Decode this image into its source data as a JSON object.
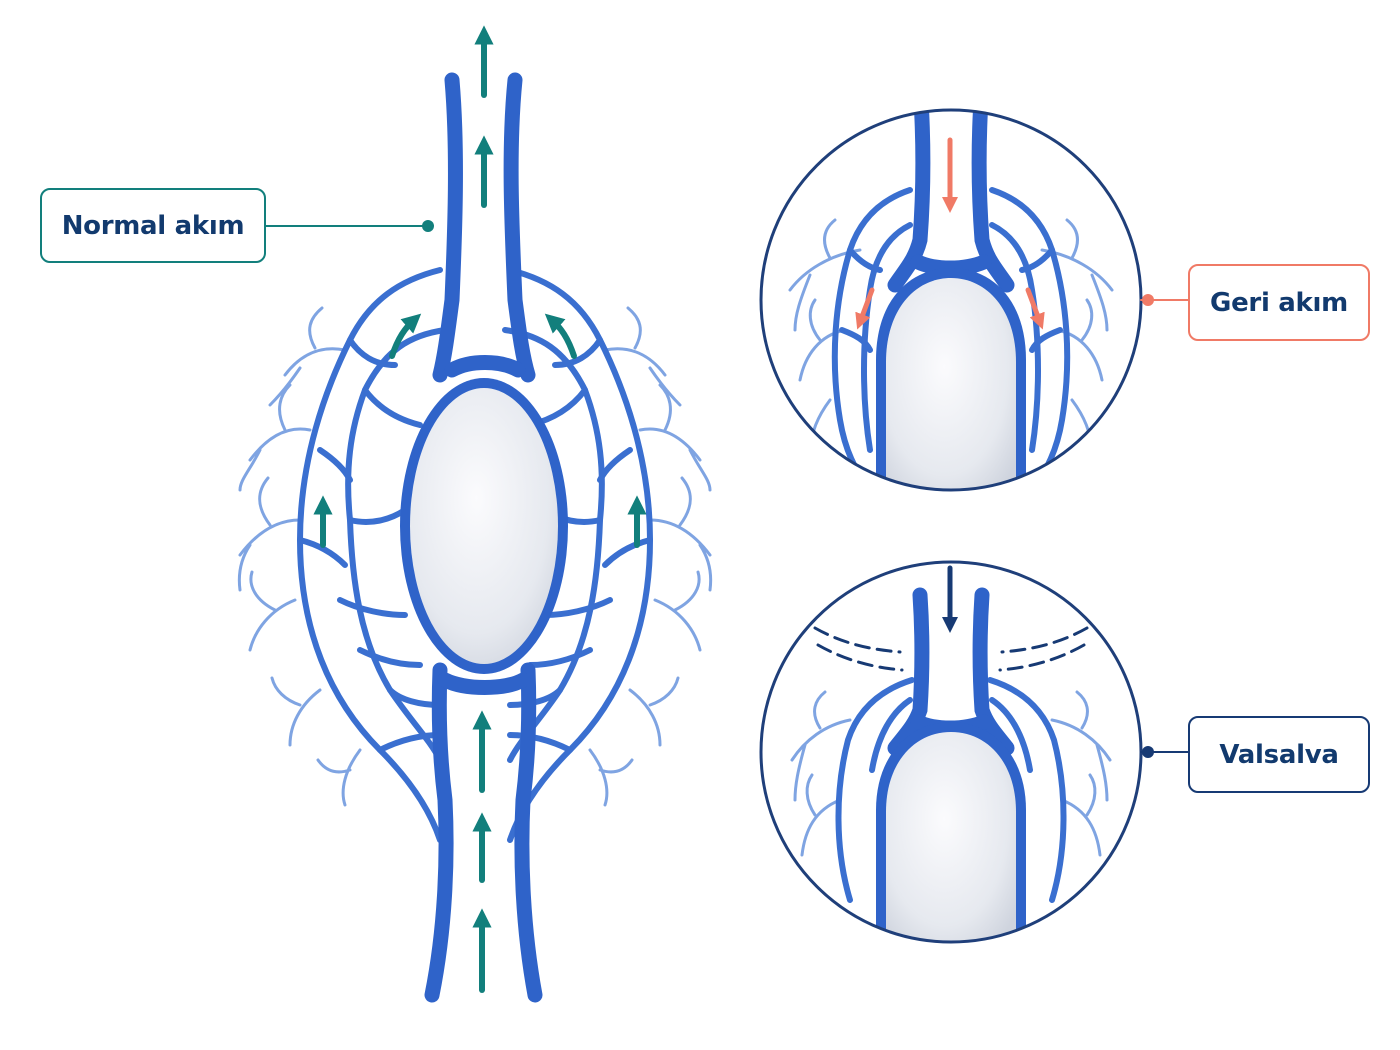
{
  "colors": {
    "vein": "#2f63c9",
    "vein_light": "#7fa4e2",
    "normal": "#127f7c",
    "reflux": "#f07a66",
    "valsalva": "#173a74",
    "testis": "#eceef2"
  },
  "labels": {
    "normal": "Normal akım",
    "reflux": "Geri akım",
    "valsalva": "Valsalva"
  },
  "icons": {
    "normal_flow": "up-arrow-icon",
    "reflux_flow": "down-arrow-icon",
    "valsalva_pressure": "down-arrow-icon"
  }
}
